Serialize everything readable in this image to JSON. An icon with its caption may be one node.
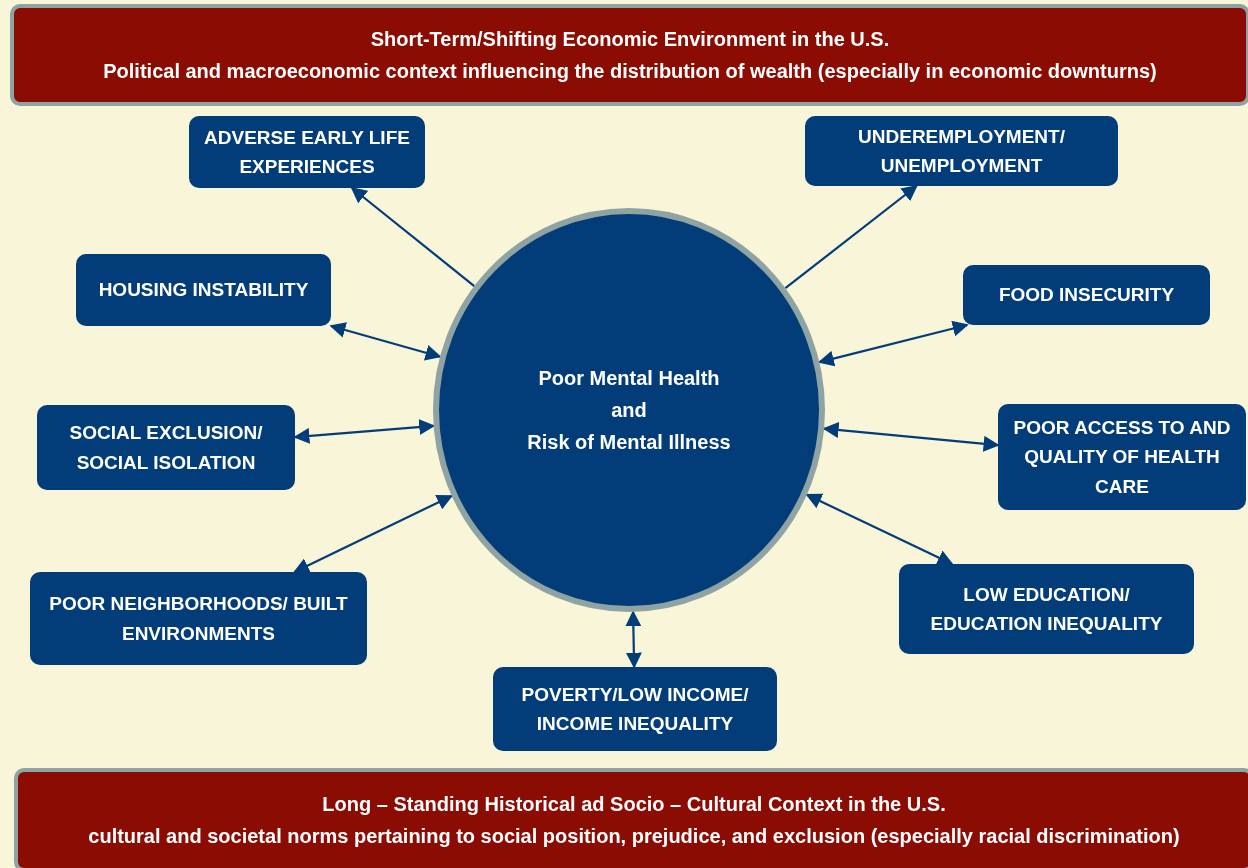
{
  "diagram": {
    "nodes": [
      {
        "text": [
          "Short-Term/Shifting Economic Environment in the U.S.",
          "Political and macroeconomic context influencing the distribution of wealth (especially in economic downturns)"
        ]
      },
      {
        "text": [
          "ADVERSE EARLY LIFE EXPERIENCES"
        ]
      },
      {
        "text": [
          "UNDEREMPLOYMENT/ UNEMPLOYMENT"
        ]
      },
      {
        "text": [
          "HOUSING INSTABILITY"
        ]
      },
      {
        "text": [
          "FOOD INSECURITY"
        ]
      },
      {
        "text": [
          "Poor Mental Health",
          "and",
          "Risk of Mental Illness"
        ]
      },
      {
        "text": [
          "SOCIAL EXCLUSION/ SOCIAL ISOLATION"
        ]
      },
      {
        "text": [
          "POOR ACCESS TO AND QUALITY OF HEALTH CARE"
        ]
      },
      {
        "text": [
          "POOR NEIGHBORHOODS/ BUILT ENVIRONMENTS"
        ]
      },
      {
        "text": [
          "LOW EDUCATION/ EDUCATION INEQUALITY"
        ]
      },
      {
        "text": [
          "POVERTY/LOW INCOME/ INCOME INEQUALITY"
        ]
      },
      {
        "text": [
          "Long – Standing Historical ad Socio – Cultural Context in the U.S.",
          "cultural and societal norms pertaining to social position, prejudice, and exclusion (especially racial discrimination)"
        ]
      }
    ],
    "edges": [
      {
        "from": 5,
        "to": 1,
        "arrow": "to"
      },
      {
        "from": 5,
        "to": 2,
        "arrow": "to"
      },
      {
        "from": 5,
        "to": 3,
        "arrow": "both"
      },
      {
        "from": 5,
        "to": 4,
        "arrow": "both"
      },
      {
        "from": 5,
        "to": 6,
        "arrow": "both"
      },
      {
        "from": 5,
        "to": 7,
        "arrow": "both"
      },
      {
        "from": 5,
        "to": 8,
        "arrow": "both"
      },
      {
        "from": 5,
        "to": 9,
        "arrow": "both"
      },
      {
        "from": 5,
        "to": 10,
        "arrow": "both"
      }
    ]
  }
}
